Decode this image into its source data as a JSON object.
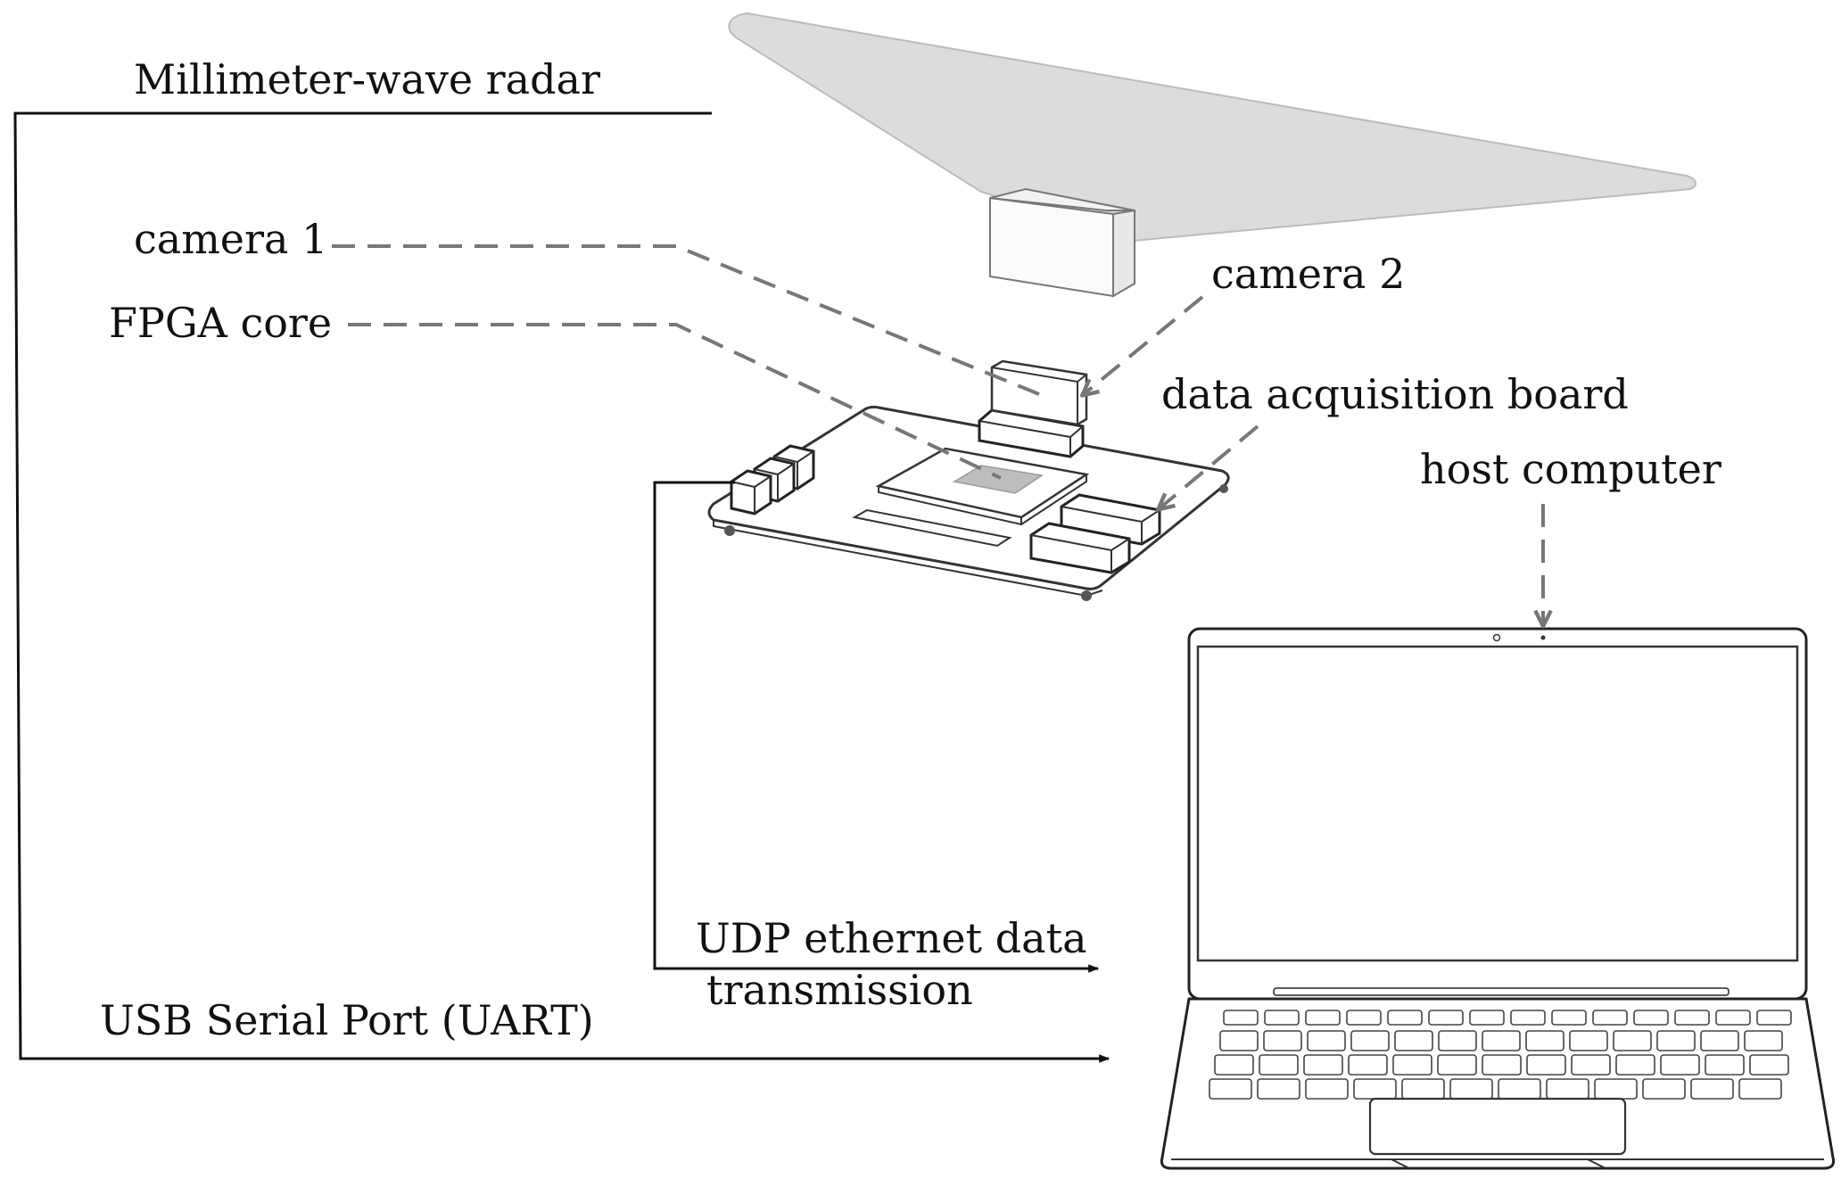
{
  "labels": {
    "radar": "Millimeter-wave radar",
    "camera1": "camera 1",
    "fpga": "FPGA core",
    "camera2": "camera 2",
    "daq_board": "data acquisition board",
    "host": "host computer",
    "udp_line1": "UDP ethernet data",
    "udp_line2": "transmission",
    "usb": "USB Serial Port (UART)"
  },
  "colors": {
    "line": "#111111",
    "dashed_leader": "#777777",
    "radar_beam": "#dcdcdc",
    "fpga_chip": "#bdbdbd"
  },
  "icons": [
    "radar-device-icon",
    "camera-module-icon",
    "fpga-board-icon",
    "laptop-icon"
  ]
}
